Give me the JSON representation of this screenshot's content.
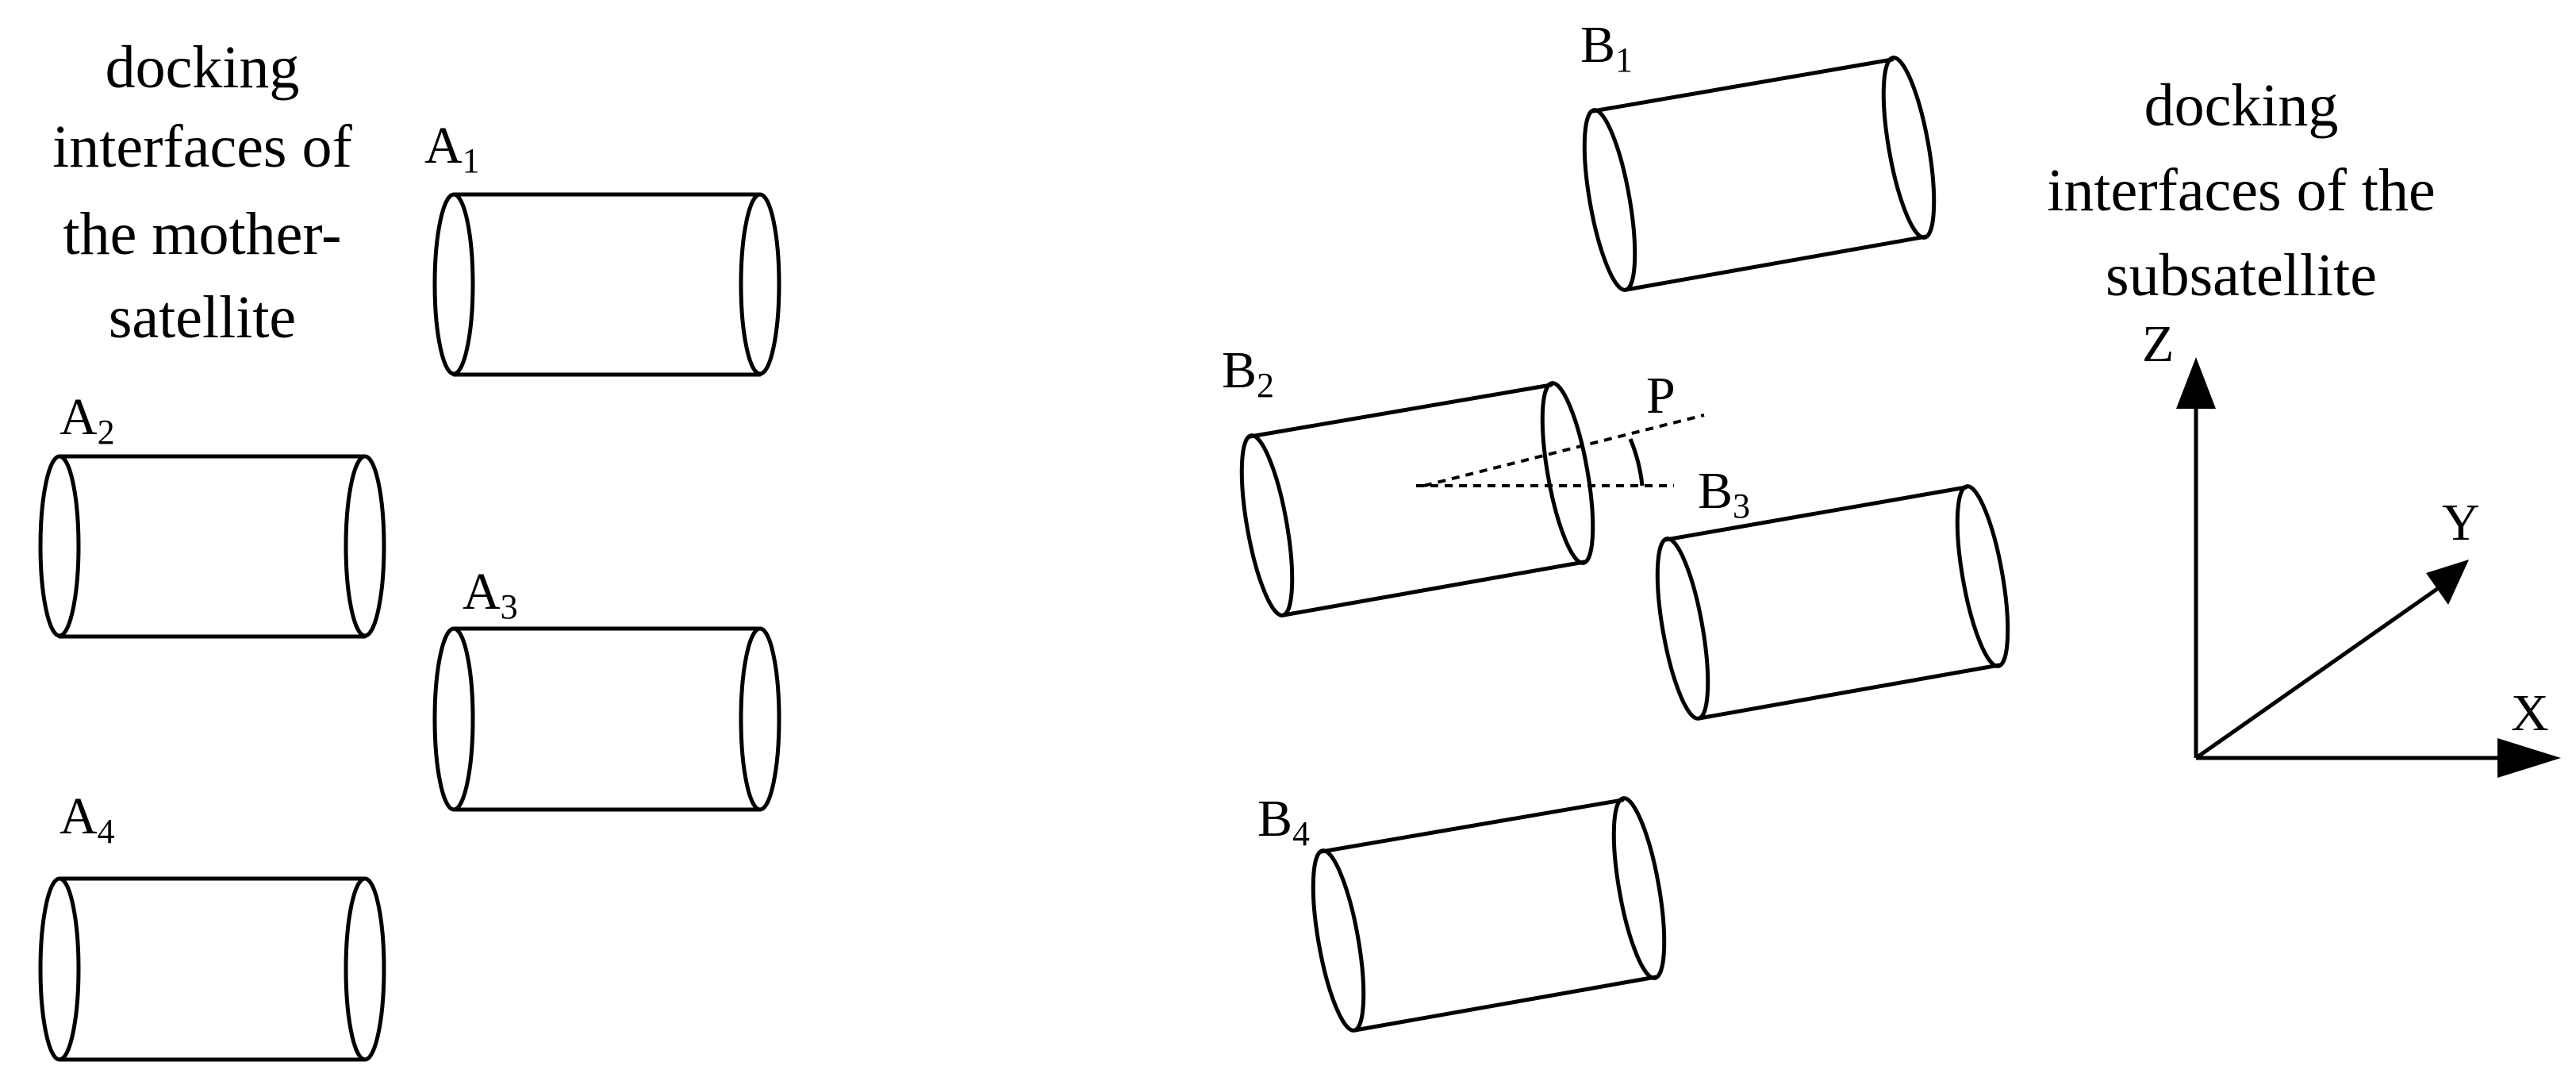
{
  "captions": {
    "mother": [
      "docking",
      "interfaces of",
      "the mother-",
      "satellite"
    ],
    "sub": [
      "docking",
      "interfaces of the",
      "subsatellite"
    ]
  },
  "interfaces": {
    "A1": {
      "letter": "A",
      "index": "1"
    },
    "A2": {
      "letter": "A",
      "index": "2"
    },
    "A3": {
      "letter": "A",
      "index": "3"
    },
    "A4": {
      "letter": "A",
      "index": "4"
    },
    "B1": {
      "letter": "B",
      "index": "1"
    },
    "B2": {
      "letter": "B",
      "index": "2"
    },
    "B3": {
      "letter": "B",
      "index": "3"
    },
    "B4": {
      "letter": "B",
      "index": "4"
    }
  },
  "angle_label": "P",
  "axes": {
    "x": "X",
    "y": "Y",
    "z": "Z"
  }
}
